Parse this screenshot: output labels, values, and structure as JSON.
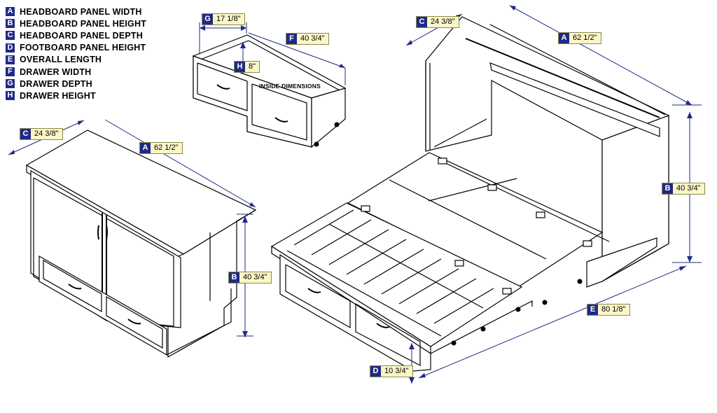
{
  "legend": [
    {
      "key": "A",
      "label": "HEADBOARD PANEL WIDTH"
    },
    {
      "key": "B",
      "label": "HEADBOARD PANEL HEIGHT"
    },
    {
      "key": "C",
      "label": "HEADBOARD PANEL DEPTH"
    },
    {
      "key": "D",
      "label": "FOOTBOARD PANEL HEIGHT"
    },
    {
      "key": "E",
      "label": "OVERALL LENGTH"
    },
    {
      "key": "F",
      "label": "DRAWER WIDTH"
    },
    {
      "key": "G",
      "label": "DRAWER DEPTH"
    },
    {
      "key": "H",
      "label": "DRAWER HEIGHT"
    }
  ],
  "dimensions": {
    "drawer": {
      "depth": {
        "key": "G",
        "value": "17 1/8\""
      },
      "width": {
        "key": "F",
        "value": "40 3/4\""
      },
      "height": {
        "key": "H",
        "value": "8\""
      },
      "note": "INSIDE DIMENSIONS"
    },
    "cabinet": {
      "depth": {
        "key": "C",
        "value": "24 3/8\""
      },
      "width": {
        "key": "A",
        "value": "62 1/2\""
      },
      "height": {
        "key": "B",
        "value": "40 3/4\""
      }
    },
    "bed": {
      "depth": {
        "key": "C",
        "value": "24 3/8\""
      },
      "width": {
        "key": "A",
        "value": "62 1/2\""
      },
      "height": {
        "key": "B",
        "value": "40 3/4\""
      },
      "length": {
        "key": "E",
        "value": "80 1/8\""
      },
      "footboard": {
        "key": "D",
        "value": "10 3/4\""
      }
    }
  },
  "colors": {
    "key_fill": "#1f2a85",
    "label_fill": "#fbf6c8",
    "dimension_line": "#1f2a85"
  }
}
